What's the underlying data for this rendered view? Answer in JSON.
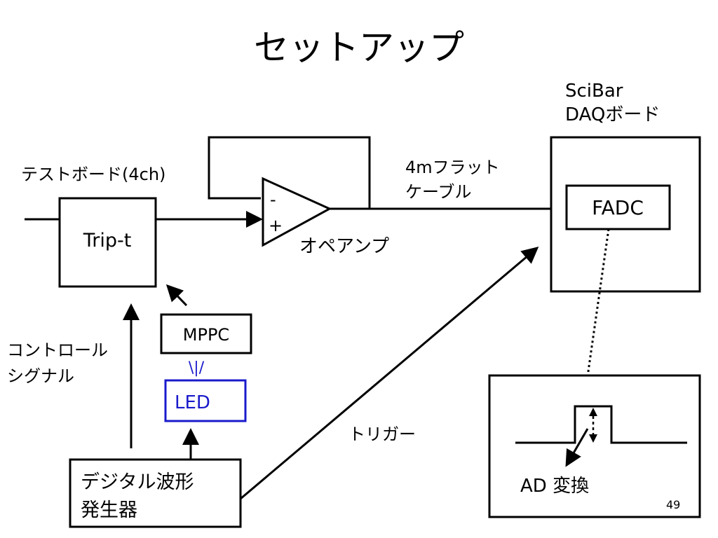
{
  "title": "セットアップ",
  "labels": {
    "test_board": "テストボード(4ch)",
    "trip_t": "Trip-t",
    "op_amp": "オペアンプ",
    "minus": "-",
    "plus": "+",
    "cable_line1": "4mフラット",
    "cable_line2": "ケーブル",
    "scibar_line1": "SciBar",
    "scibar_line2": "DAQボード",
    "fadc": "FADC",
    "mppc": "MPPC",
    "light": "\\|/",
    "led": "LED",
    "control_line1": "コントロール",
    "control_line2": "シグナル",
    "trigger": "トリガー",
    "pulse_gen_line1": "デジタル波形",
    "pulse_gen_line2": "発生器",
    "ad_conversion": "AD 変換"
  },
  "page_number": "49",
  "colors": {
    "line": "#000000",
    "led": "#1a1acc",
    "background": "#ffffff"
  }
}
